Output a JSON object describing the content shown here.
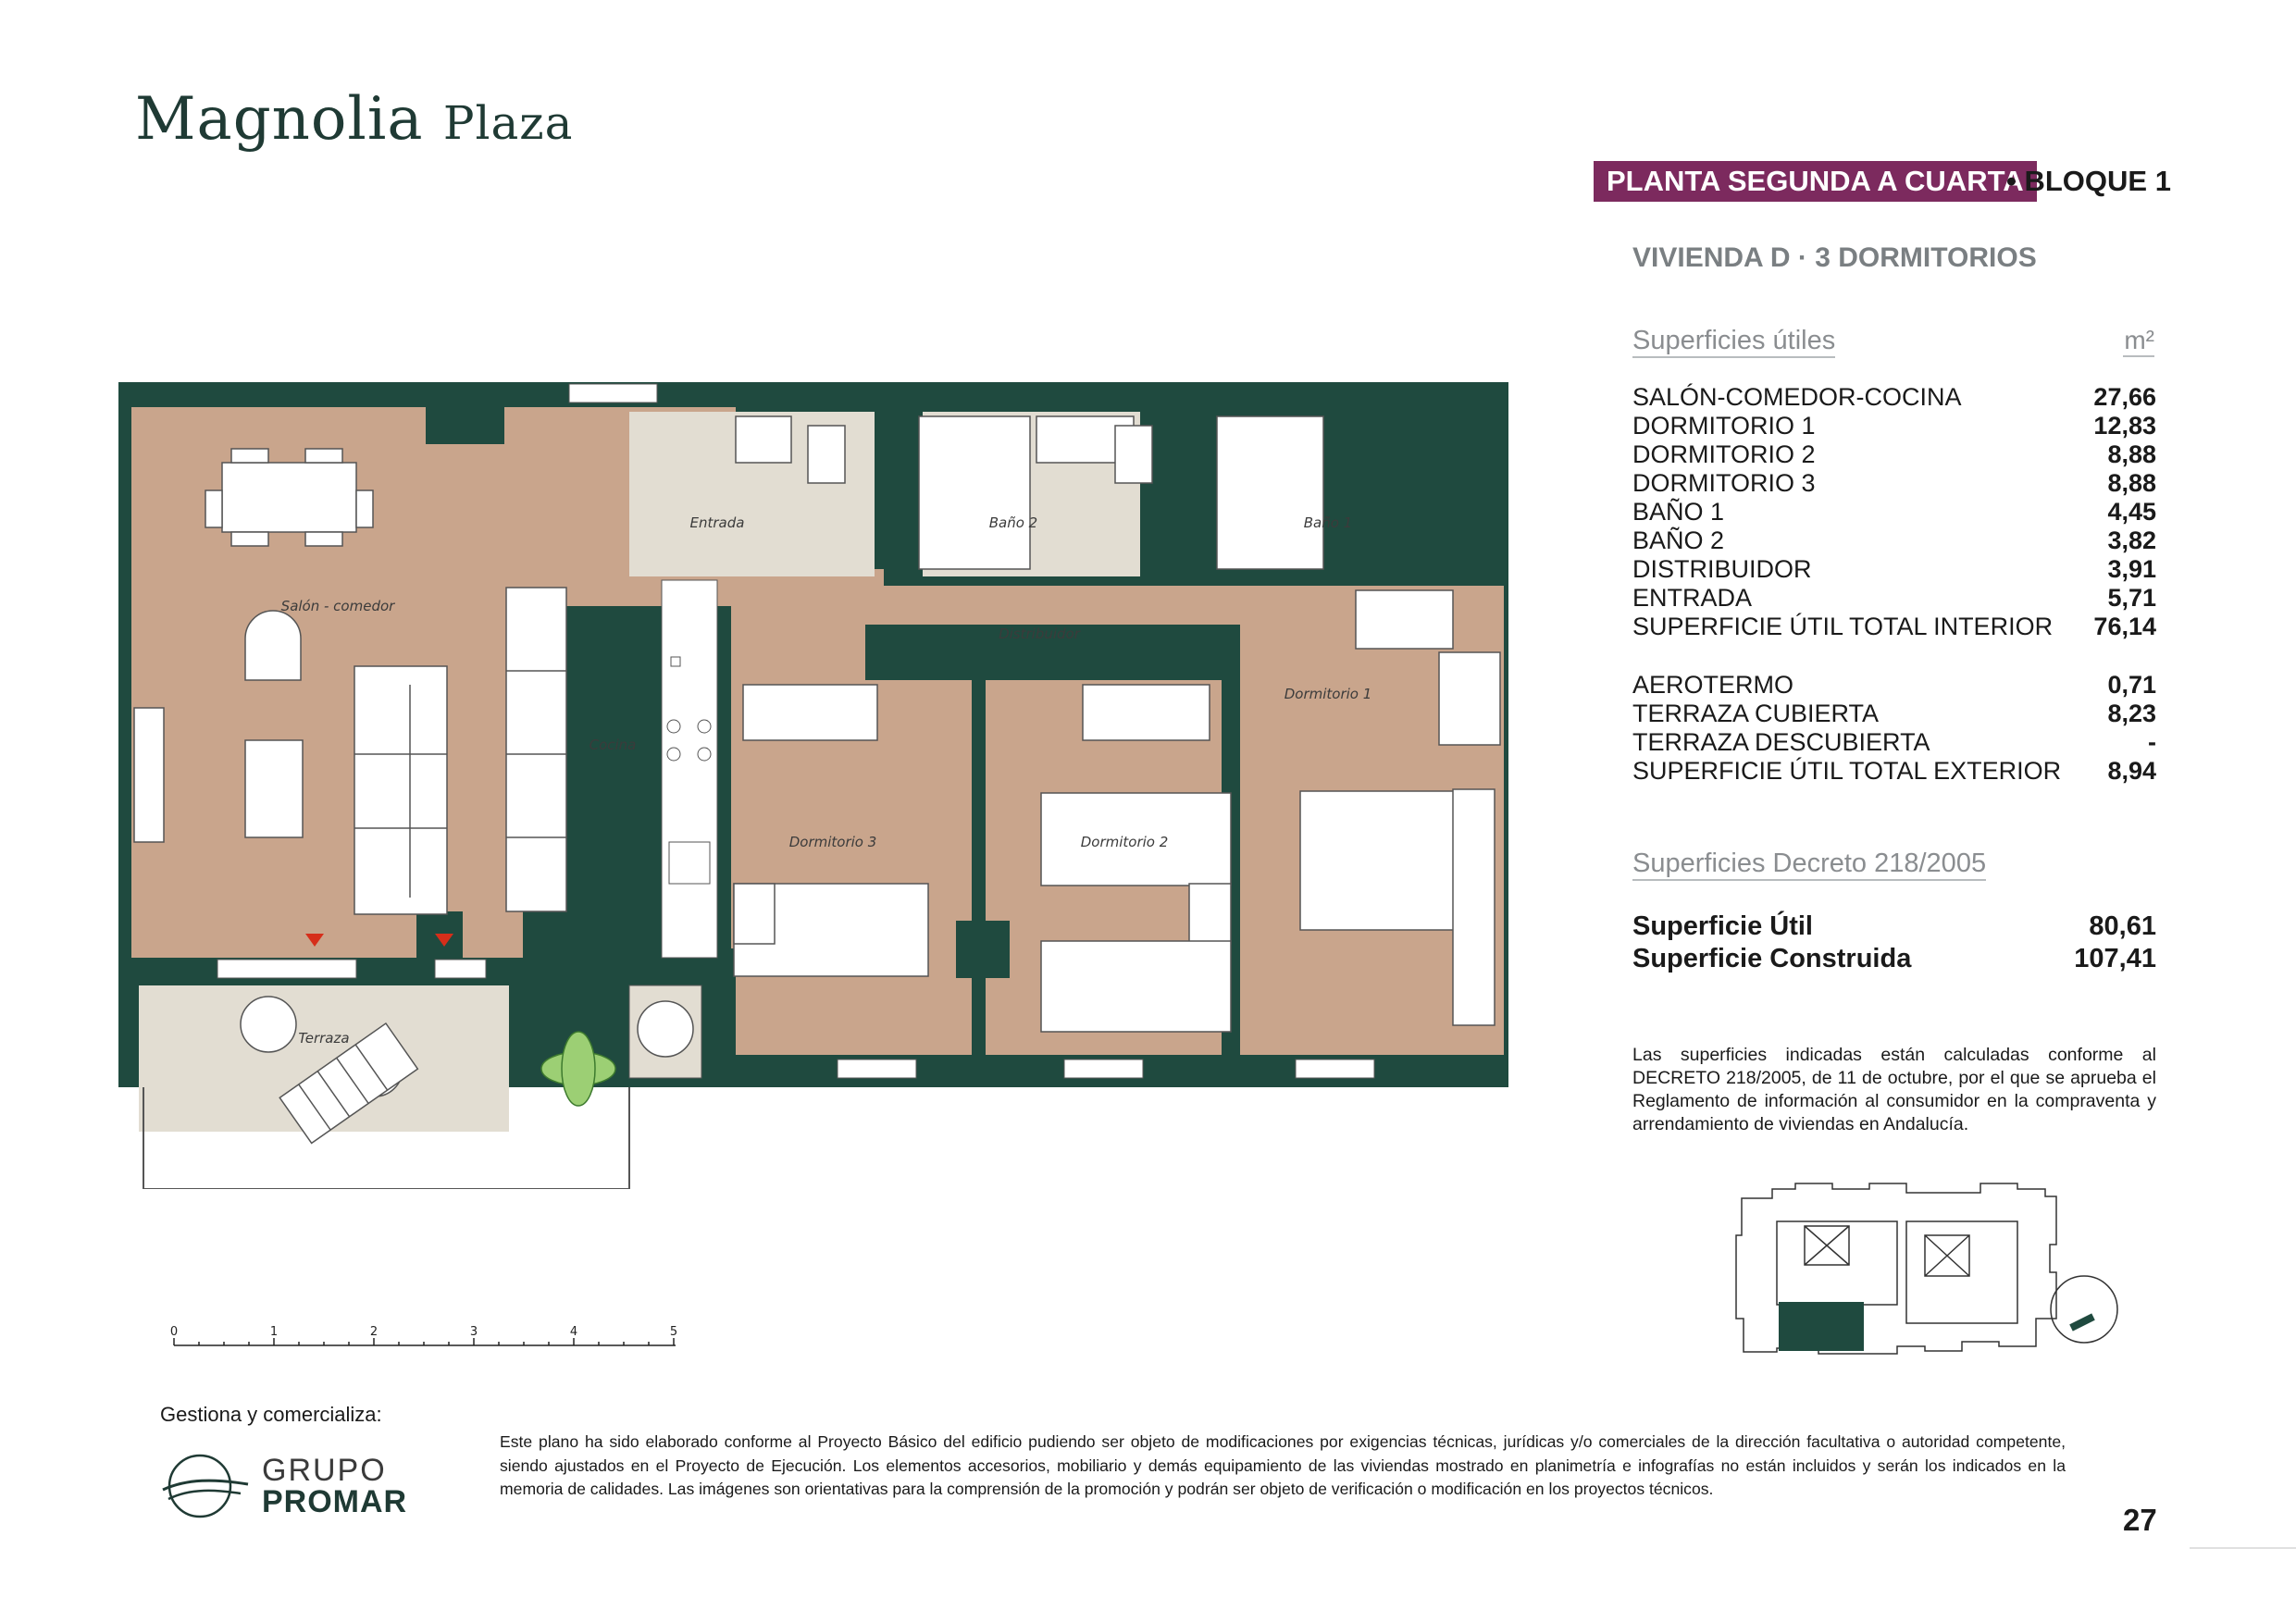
{
  "brand": {
    "name": "Magnolia",
    "suffix": "Plaza"
  },
  "header": {
    "floor": "PLANTA SEGUNDA A CUARTA",
    "block": "• BLOQUE 1"
  },
  "unit": {
    "title": "VIVIENDA D · 3 DORMITORIOS"
  },
  "useful": {
    "title": "Superficies útiles",
    "unit_label": "m²",
    "interior": [
      {
        "label": "SALÓN-COMEDOR-COCINA",
        "value": "27,66"
      },
      {
        "label": "DORMITORIO 1",
        "value": "12,83"
      },
      {
        "label": "DORMITORIO 2",
        "value": "8,88"
      },
      {
        "label": "DORMITORIO 3",
        "value": "8,88"
      },
      {
        "label": "BAÑO 1",
        "value": "4,45"
      },
      {
        "label": "BAÑO 2",
        "value": "3,82"
      },
      {
        "label": "DISTRIBUIDOR",
        "value": "3,91"
      },
      {
        "label": "ENTRADA",
        "value": "5,71"
      },
      {
        "label": "SUPERFICIE ÚTIL TOTAL INTERIOR",
        "value": "76,14"
      }
    ],
    "exterior": [
      {
        "label": "AEROTERMO",
        "value": "0,71"
      },
      {
        "label": "TERRAZA CUBIERTA",
        "value": "8,23"
      },
      {
        "label": "TERRAZA DESCUBIERTA",
        "value": "-"
      },
      {
        "label": "SUPERFICIE ÚTIL TOTAL EXTERIOR",
        "value": "8,94"
      }
    ]
  },
  "decree": {
    "title": "Superficies Decreto 218/2005",
    "rows": [
      {
        "label": "Superficie Útil",
        "value": "80,61"
      },
      {
        "label": "Superficie Construida",
        "value": "107,41"
      }
    ],
    "note": "Las superficies indicadas están calculadas conforme al DECRETO 218/2005, de 11 de octubre, por el que se aprueba el Reglamento de información al consumidor en la compraventa y arrendamiento de viviendas en Andalucía."
  },
  "plan": {
    "rooms": {
      "salon": "Salón - comedor",
      "entrada": "Entrada",
      "cocina": "Cocina",
      "distribuidor": "Distribuidor",
      "bano2": "Baño 2",
      "bano1": "Baño 1",
      "dorm1": "Dormitorio 1",
      "dorm2": "Dormitorio 2",
      "dorm3": "Dormitorio 3",
      "terraza": "Terraza"
    },
    "scale": [
      "0",
      "1",
      "2",
      "3",
      "4",
      "5"
    ]
  },
  "footer": {
    "gestiona": "Gestiona y comercializa:",
    "company_top": "GRUPO",
    "company_bottom": "PROMAR",
    "disclaimer": "Este plano ha sido elaborado conforme al Proyecto Básico del edificio pudiendo ser objeto de modificaciones por exigencias técnicas, jurídicas y/o comerciales de la dirección facultativa o autoridad competente, siendo ajustados en el Proyecto de Ejecución. Los elementos accesorios, mobiliario y demás equipamiento de las viviendas mostrado en planimetría e infografías no están incluidos y serán los indicados en la memoria de calidades. Las imágenes son orientativas para la comprensión de la promoción y podrán ser objeto de verificación o modificación en los proyectos técnicos.",
    "page": "27"
  },
  "colors": {
    "accent": "#7c2a5e",
    "wall": "#1f4a3f",
    "floor": "#c9a58c",
    "tile": "#e2ddd2"
  }
}
